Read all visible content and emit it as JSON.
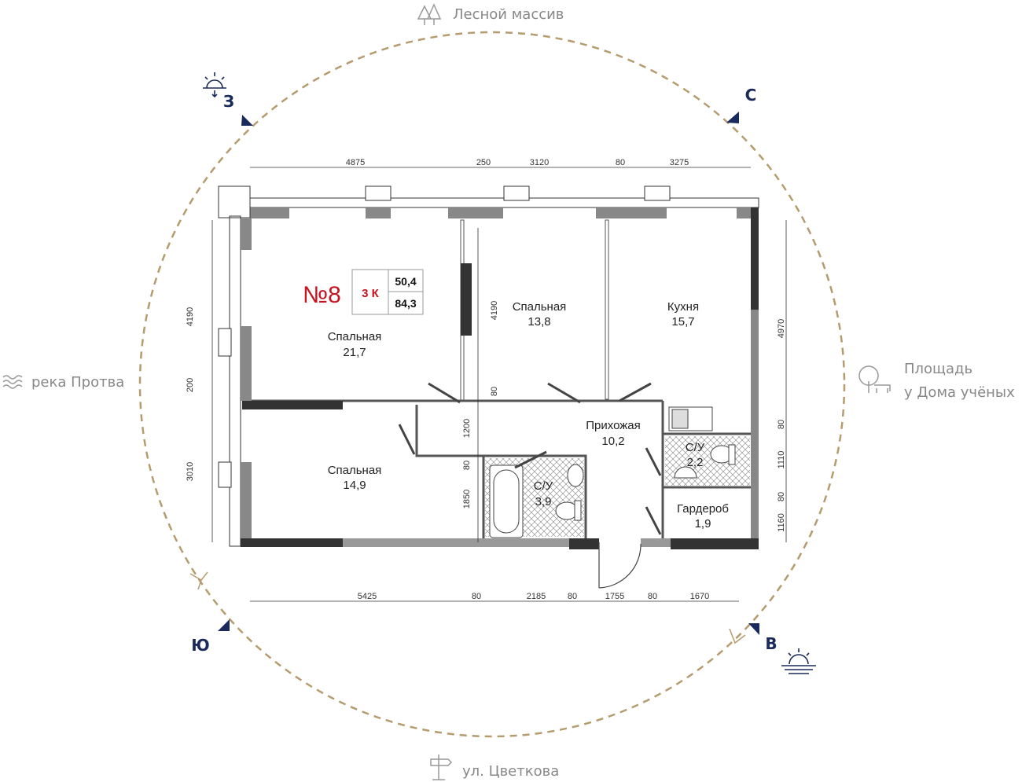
{
  "colors": {
    "accent": "#c8141e",
    "compass": "#1a2a5c",
    "circle": "#b59b6e",
    "env": "#888888"
  },
  "surroundings": {
    "north_top": "Лесной массив",
    "west_left": "река Протва",
    "east_right_line1": "Площадь",
    "east_right_line2": "у Дома учёных",
    "south_bottom": "ул. Цветкова"
  },
  "compass": {
    "west": "З",
    "north": "С",
    "south": "Ю",
    "east": "В"
  },
  "apartment": {
    "number": "№8",
    "rooms": "3 К",
    "living_area": "50,4",
    "total_area": "84,3"
  },
  "rooms": [
    {
      "name": "Спальная",
      "area": "21,7"
    },
    {
      "name": "Спальная",
      "area": "13,8"
    },
    {
      "name": "Кухня",
      "area": "15,7"
    },
    {
      "name": "Прихожая",
      "area": "10,2"
    },
    {
      "name": "Спальная",
      "area": "14,9"
    },
    {
      "name": "С/У",
      "area": "3,9"
    },
    {
      "name": "С/У",
      "area": "2,2"
    },
    {
      "name": "Гардероб",
      "area": "1,9"
    }
  ],
  "dimensions": {
    "top": [
      "4875",
      "250",
      "3120",
      "80",
      "3275"
    ],
    "bottom": [
      "5425",
      "80",
      "2185",
      "80",
      "1755",
      "80",
      "1670"
    ],
    "left": [
      "4190",
      "200",
      "3010"
    ],
    "right": [
      "4970",
      "80",
      "1110",
      "80",
      "1160"
    ],
    "inner": [
      "4190",
      "80",
      "1200",
      "80",
      "1850"
    ]
  }
}
